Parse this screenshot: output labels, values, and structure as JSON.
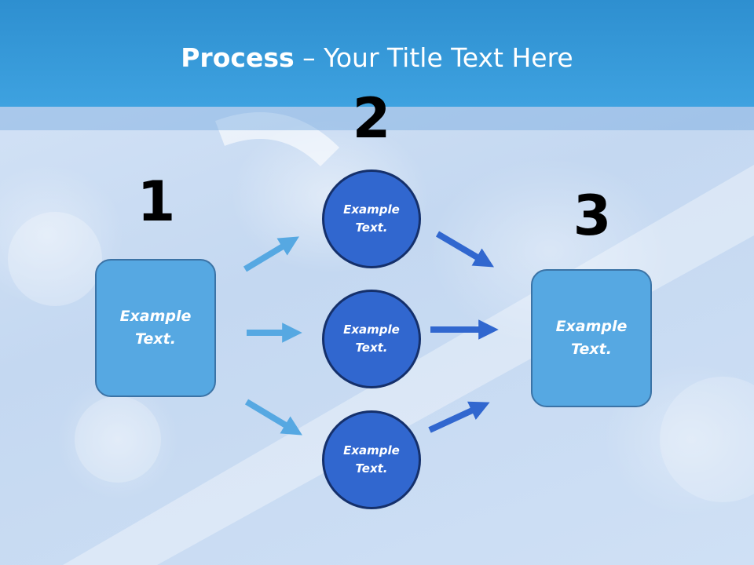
{
  "title": {
    "bold": "Process",
    "rest": " – Your Title Text Here"
  },
  "steps": [
    {
      "number": "1",
      "label": "Example Text."
    },
    {
      "number": "2",
      "labels": [
        "Example Text.",
        "Example Text.",
        "Example Text."
      ]
    },
    {
      "number": "3",
      "label": "Example Text."
    }
  ],
  "colors": {
    "header": "#3ea2e0",
    "box_fill": "#56a8e2",
    "circle_fill": "#3167cf",
    "arrow_light": "#56a8e2",
    "arrow_dark": "#3167cf"
  }
}
